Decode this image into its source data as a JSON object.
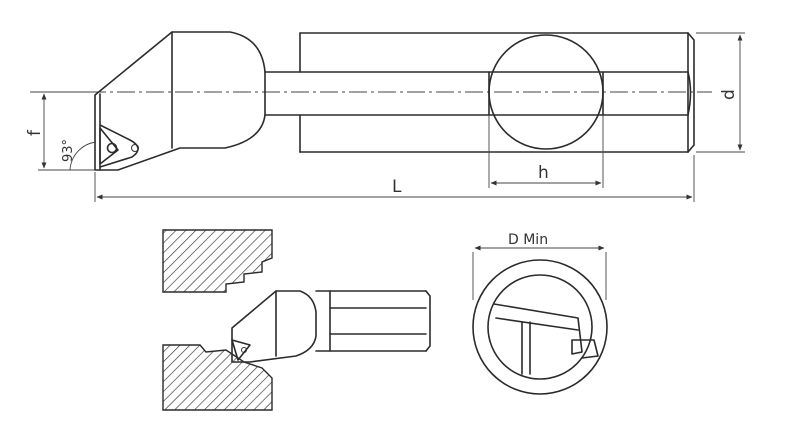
{
  "labels": {
    "length": "L",
    "diameter": "d",
    "offset": "f",
    "angle": "93°",
    "flat_height": "h",
    "min_bore": "D Min"
  }
}
